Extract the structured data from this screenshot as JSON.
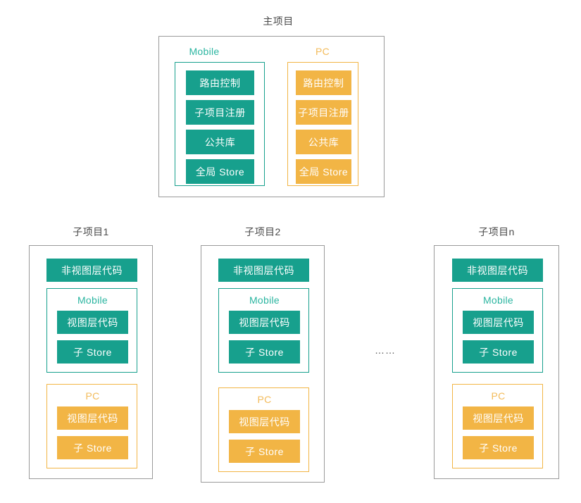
{
  "main_project": {
    "title": "主项目",
    "platforms": [
      {
        "label": "Mobile",
        "theme": "teal",
        "blocks": [
          "路由控制",
          "子项目注册",
          "公共库",
          "全局 Store"
        ]
      },
      {
        "label": "PC",
        "theme": "amber",
        "blocks": [
          "路由控制",
          "子项目注册",
          "公共库",
          "全局 Store"
        ]
      }
    ]
  },
  "sub_projects": [
    {
      "title": "子项目1",
      "shared_block": "非视图层代码",
      "platforms": [
        {
          "label": "Mobile",
          "theme": "teal",
          "blocks": [
            "视图层代码",
            "子 Store"
          ]
        },
        {
          "label": "PC",
          "theme": "amber",
          "blocks": [
            "视图层代码",
            "子 Store"
          ]
        }
      ]
    },
    {
      "title": "子项目2",
      "shared_block": "非视图层代码",
      "platforms": [
        {
          "label": "Mobile",
          "theme": "teal",
          "blocks": [
            "视图层代码",
            "子 Store"
          ]
        },
        {
          "label": "PC",
          "theme": "amber",
          "blocks": [
            "视图层代码",
            "子 Store"
          ]
        }
      ]
    },
    {
      "title": "子项目n",
      "shared_block": "非视图层代码",
      "platforms": [
        {
          "label": "Mobile",
          "theme": "teal",
          "blocks": [
            "视图层代码",
            "子 Store"
          ]
        },
        {
          "label": "PC",
          "theme": "amber",
          "blocks": [
            "视图层代码",
            "子 Store"
          ]
        }
      ]
    }
  ],
  "continuation_marker": "……",
  "colors": {
    "teal": "#17a08d",
    "teal_label": "#2ab5a0",
    "amber": "#f2b545",
    "amber_label": "#f3bb5a",
    "container_border": "#9a9a9a",
    "title_text": "#4a4a4a"
  }
}
